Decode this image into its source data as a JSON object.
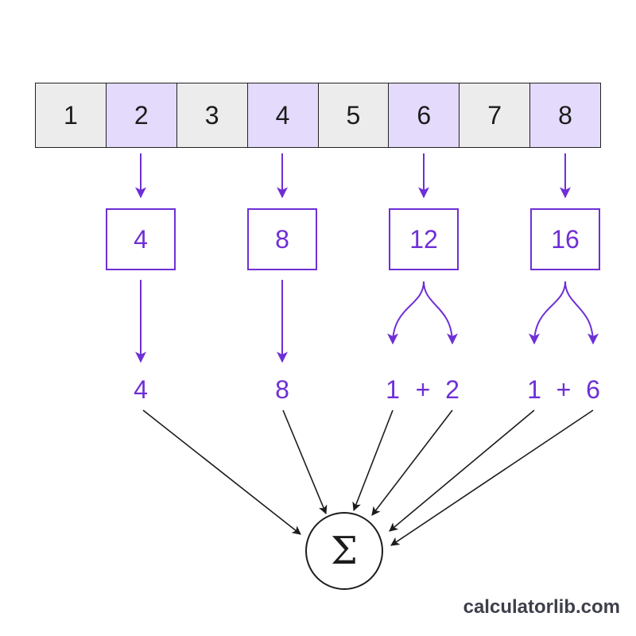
{
  "digits": [
    "1",
    "2",
    "3",
    "4",
    "5",
    "6",
    "7",
    "8"
  ],
  "doubled": [
    "4",
    "8",
    "12",
    "16"
  ],
  "terms": {
    "t1": "4",
    "t2": "8",
    "t3_a": "1",
    "t3_op": "+",
    "t3_b": "2",
    "t4_a": "1",
    "t4_op": "+",
    "t4_b": "6"
  },
  "sum_symbol": "Σ",
  "watermark": "calculatorlib.com",
  "colors": {
    "accent": "#6f2fd6",
    "highlight_fill": "#e4dafc",
    "plain_fill": "#ececec",
    "ink": "#1c1c1c"
  }
}
